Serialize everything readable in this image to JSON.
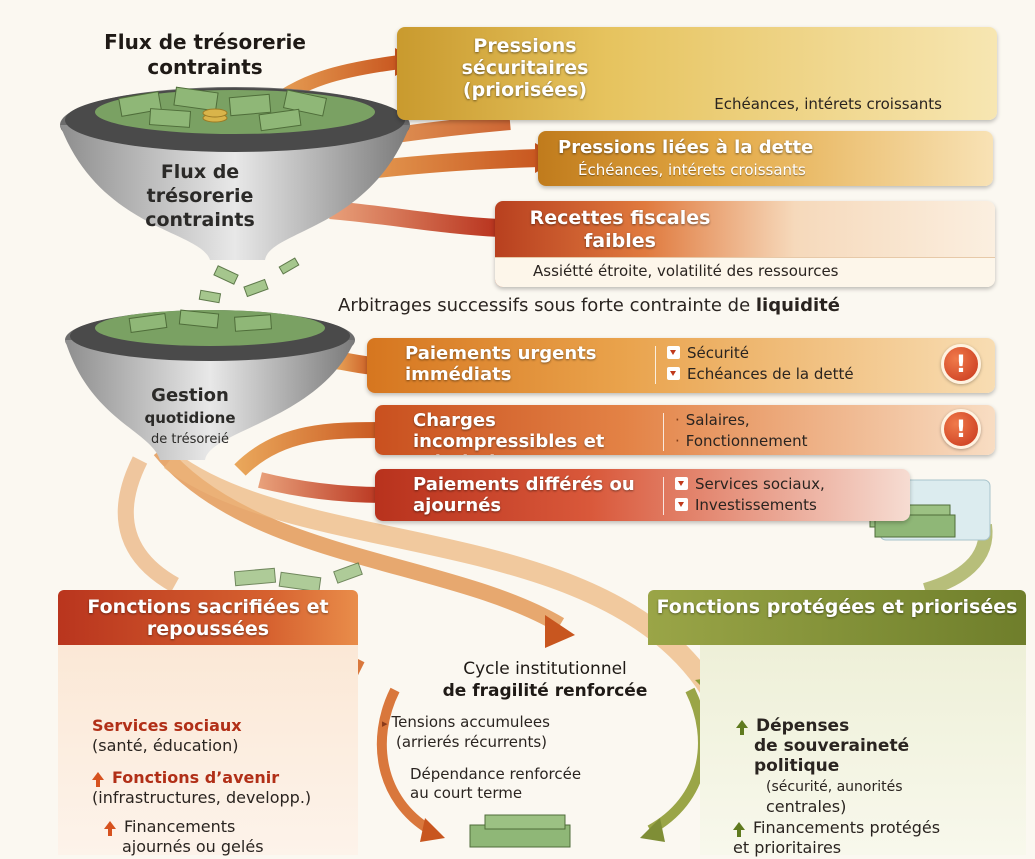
{
  "title": "Flux de trésorerie contraints",
  "funnel_top": [
    "Flux de",
    "trésorerie",
    "contraints"
  ],
  "funnel_bottom": {
    "line1": "Gestion",
    "line2": "quotidione",
    "line3": "de trésoreié"
  },
  "banners": {
    "security": {
      "title": "Pressions sécuritaires (priorisées)",
      "sub": "Echéances, intérets croissants"
    },
    "debt": {
      "title": "Pressions liées à la dette",
      "sub": "Échéances, intérets croissants"
    },
    "revenue": {
      "title": "Recettes fiscales faibles",
      "sub": "Assiétté étroite, volatilité des ressources"
    }
  },
  "arbitrage": {
    "text": "Arbitrages successifs sous forte contrainte de",
    "bold": "liquidité"
  },
  "rows": {
    "urgent": {
      "title": "Paiements urgents immédiats",
      "items": [
        "Sécurité",
        "Echéances de la detté"
      ]
    },
    "incompressible": {
      "title": "Charges incompressibles et prioritaires",
      "items": [
        "Salaires,",
        "Fonctionnement"
      ]
    },
    "deferred": {
      "title": "Paiements différés ou ajournés",
      "items": [
        "Services sociaux,",
        "Investissements"
      ]
    }
  },
  "left_panel": {
    "title": "Fonctions sacrifiées et repoussées",
    "item1_title": "Services sociaux",
    "item1_sub": "(santé, éducation)",
    "item2_title": "Fonctions d’avenir",
    "item2_sub": "(infrastructures, developp.)",
    "item3_line1": "Financements",
    "item3_line2": "ajournés ou gelés"
  },
  "cycle": {
    "title_line1": "Cycle institutionnel",
    "title_line2": "de fragilité renforcée",
    "item1_line1": "Tensions accumulees",
    "item1_line2": "(arrierés récurrents)",
    "item2_line1": "Dépendance renforcée",
    "item2_line2": "au court terme"
  },
  "right_panel": {
    "title": "Fonctions protégées et priorisées",
    "item1_title_l1": "Dépenses",
    "item1_title_l2": "de souveraineté",
    "item1_title_l3": "politique",
    "item1_sub_l1": "(sécurité, aunorités",
    "item1_sub_l2": "centrales)",
    "item2_line1": "Financements protégés",
    "item2_line2": "et prioritaires"
  },
  "colors": {
    "orange": "#d6761f",
    "red": "#b8321d",
    "olive": "#7f8e36",
    "gold": "#c99a2e"
  }
}
